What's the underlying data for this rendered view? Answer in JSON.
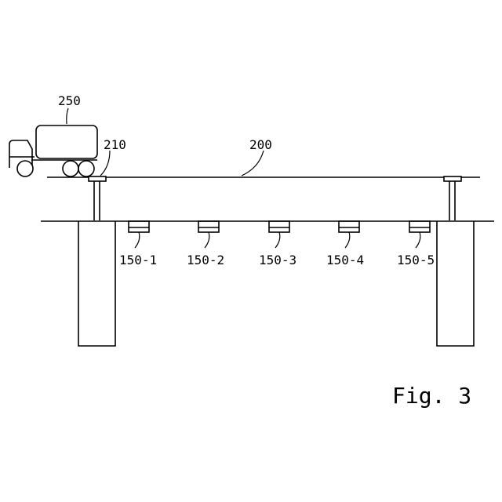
{
  "figure": {
    "caption": "Fig. 3",
    "labels": {
      "truck": "250",
      "bearing": "210",
      "bridge_deck": "200"
    },
    "sensors": [
      {
        "label": "150-1"
      },
      {
        "label": "150-2"
      },
      {
        "label": "150-3"
      },
      {
        "label": "150-4"
      },
      {
        "label": "150-5"
      }
    ]
  }
}
